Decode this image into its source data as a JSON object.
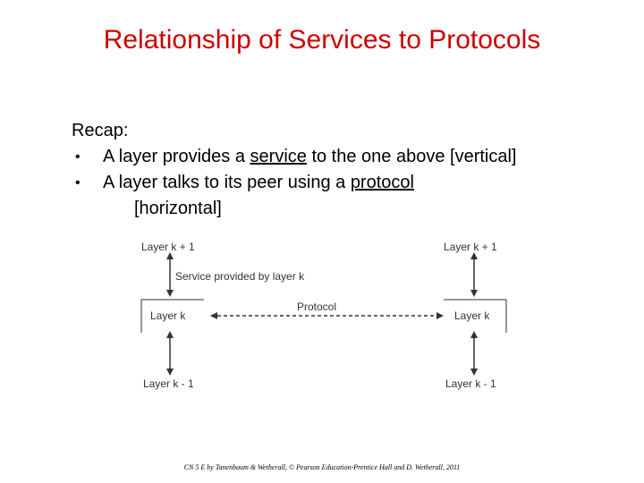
{
  "slide": {
    "title": "Relationship of Services to Protocols",
    "recap_label": "Recap:",
    "bullets": [
      {
        "symbol": "•",
        "pre": "A layer provides a ",
        "term": "service",
        "post": " to the one above [vertical]"
      },
      {
        "symbol": "•",
        "pre": "A layer talks to its peer using a ",
        "term": "protocol",
        "post": "",
        "continuation": "[horizontal]"
      }
    ],
    "diagram": {
      "left_top": "Layer k + 1",
      "left_middle": "Layer k",
      "left_bottom": "Layer k - 1",
      "right_top": "Layer k + 1",
      "right_middle": "Layer k",
      "right_bottom": "Layer k - 1",
      "service_label": "Service provided by layer k",
      "protocol_label": "Protocol"
    },
    "footer": "CN 5 E by Tanenbaum & Wetherall, © Pearson Education-Prentice Hall and D. Wetherall, 2011",
    "colors": {
      "title": "#cc0000",
      "text": "#000000",
      "diagram": "#333333"
    }
  }
}
